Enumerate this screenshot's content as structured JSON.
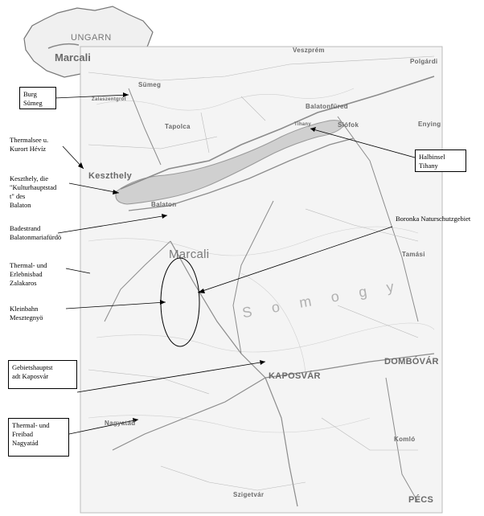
{
  "inset": {
    "country": "UNGARN",
    "town": "Marcali"
  },
  "map_labels": {
    "sumeg": "Sümeg",
    "tapolca": "Tapolca",
    "keszthely": "Keszthely",
    "balatonfured": "Balatonfüred",
    "siofok": "Siófok",
    "marcali": "Marcali",
    "kaposvar": "KAPOSVÁR",
    "dombovar": "DOMBÓVÁR",
    "pecs": "PÉCS",
    "szigetvar": "Szigetvár",
    "nagyatad": "Nagyatád",
    "tamasi": "Tamási",
    "komlo": "Komló",
    "veszprem": "Veszprém",
    "polgardi": "Polgárdi",
    "enying": "Enying",
    "balaton": "Balaton",
    "tihany": "Tihany",
    "zalaszentgrot": "Zalaszentgrót",
    "som": "S o m o g y"
  },
  "callouts": {
    "burg": "Burg\nSümeg",
    "heviz": "Thermalsee u.\nKurort Hévíz",
    "keszthely": "Keszthely, die\n\"Kulturhauptstad\nt\" des\nBalaton",
    "badestrand": "Badestrand\nBalatonmariafürdö",
    "zalakaros": "Thermal- und\nErlebnisbad\nZalakaros",
    "kleinbahn": "Kleinbahn\nMesztegnyö",
    "tihany": "Halbinsel\nTihany",
    "boronka": "Boronka Naturschutzgebiet",
    "kaposvar": "Gebietshauptst\nadt Kaposvár",
    "nagyatad": "Thermal- und\nFreibad\nNagyatád"
  },
  "colors": {
    "map_bg": "#f4f4f4",
    "road": "#8c8c8c",
    "lake": "#c8c8c8",
    "text_grey": "#6a6a6a"
  }
}
